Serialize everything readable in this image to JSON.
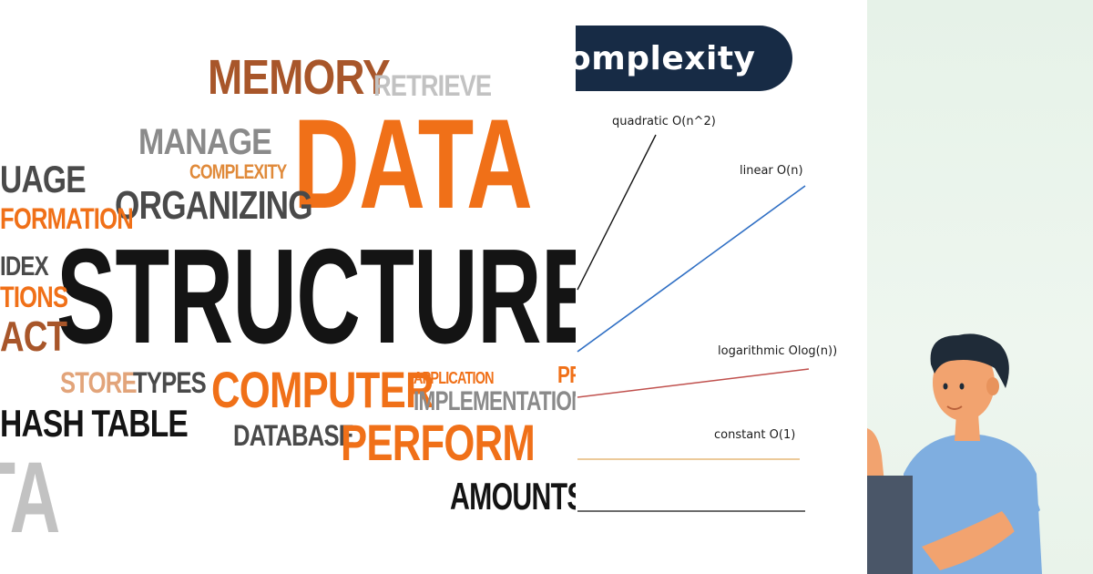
{
  "word_cloud": {
    "words": [
      {
        "id": "memory",
        "text": "MEMORY",
        "color": "#a8562a"
      },
      {
        "id": "retrieve",
        "text": "RETRIEVE",
        "color": "#c2c2c2"
      },
      {
        "id": "manage",
        "text": "MANAGE",
        "color": "#8a8a8a"
      },
      {
        "id": "data-main",
        "text": "DATA",
        "color": "#f07018"
      },
      {
        "id": "language",
        "text": "UAGE",
        "color": "#4a4a4a"
      },
      {
        "id": "complexity",
        "text": "COMPLEXITY",
        "color": "#e08a3a"
      },
      {
        "id": "organizing",
        "text": "ORGANIZING",
        "color": "#4a4a4a"
      },
      {
        "id": "information",
        "text": "FORMATION",
        "color": "#f07018"
      },
      {
        "id": "index",
        "text": "IDEX",
        "color": "#4a4a4a"
      },
      {
        "id": "structure",
        "text": "STRUCTURE",
        "color": "#141414"
      },
      {
        "id": "operations",
        "text": "TIONS",
        "color": "#f07018"
      },
      {
        "id": "abstract",
        "text": "ACT",
        "color": "#a8562a"
      },
      {
        "id": "store",
        "text": "STORE",
        "color": "#e2a47a"
      },
      {
        "id": "types",
        "text": "TYPES",
        "color": "#4a4a4a"
      },
      {
        "id": "computer",
        "text": "COMPUTER",
        "color": "#f07018"
      },
      {
        "id": "application",
        "text": "APPLICATION",
        "color": "#f07018"
      },
      {
        "id": "implementation",
        "text": "IMPLEMENTATION",
        "color": "#8a8a8a"
      },
      {
        "id": "pr",
        "text": "PR",
        "color": "#f07018"
      },
      {
        "id": "hash-table",
        "text": "HASH TABLE",
        "color": "#141414"
      },
      {
        "id": "database",
        "text": "DATABASE",
        "color": "#4a4a4a"
      },
      {
        "id": "perform",
        "text": "PERFORM",
        "color": "#f07018"
      },
      {
        "id": "data-faded",
        "text": "TA",
        "color": "#c2c2c2"
      },
      {
        "id": "amounts",
        "text": "AMOUNTS",
        "color": "#141414"
      }
    ]
  },
  "complexity_chart": {
    "title": "omplexity",
    "series": [
      {
        "name": "quadratic O(n^2)",
        "color": "#141414"
      },
      {
        "name": "linear O(n)",
        "color": "#2f6fc4"
      },
      {
        "name": "logarithmic Olog(n))",
        "color": "#c0504d"
      },
      {
        "name": "constant O(1)",
        "color": "#e6b979"
      }
    ],
    "colors": {
      "title_bg": "#172b45",
      "axis": "#141414"
    }
  },
  "illustration": {
    "colors": {
      "shirt": "#7faee0",
      "skin": "#f2a36f",
      "hair": "#1f2b38",
      "laptop": "#4a5668"
    }
  }
}
